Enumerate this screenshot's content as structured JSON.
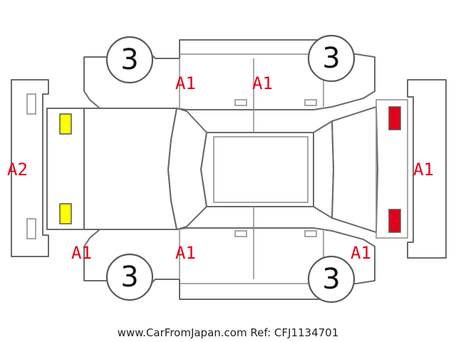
{
  "wheel_grades": {
    "front_left": "3",
    "front_right": "3",
    "rear_left": "3",
    "rear_right": "3"
  },
  "damage_codes": {
    "front_bumper": "A2",
    "front_left_fender": "A1",
    "front_left_door": "A1",
    "rear_left_door": "A1",
    "front_right_fender": "A1",
    "front_right_door": "A1",
    "rear_right_quarter": "A1",
    "rear_bumper": "A1"
  },
  "markers": {
    "front_lights_color": "#ffff00",
    "rear_lights_color": "#e3001b"
  },
  "footer": {
    "site": "www.CarFromJapan.com",
    "reference": "Ref: CFJ1134701"
  }
}
